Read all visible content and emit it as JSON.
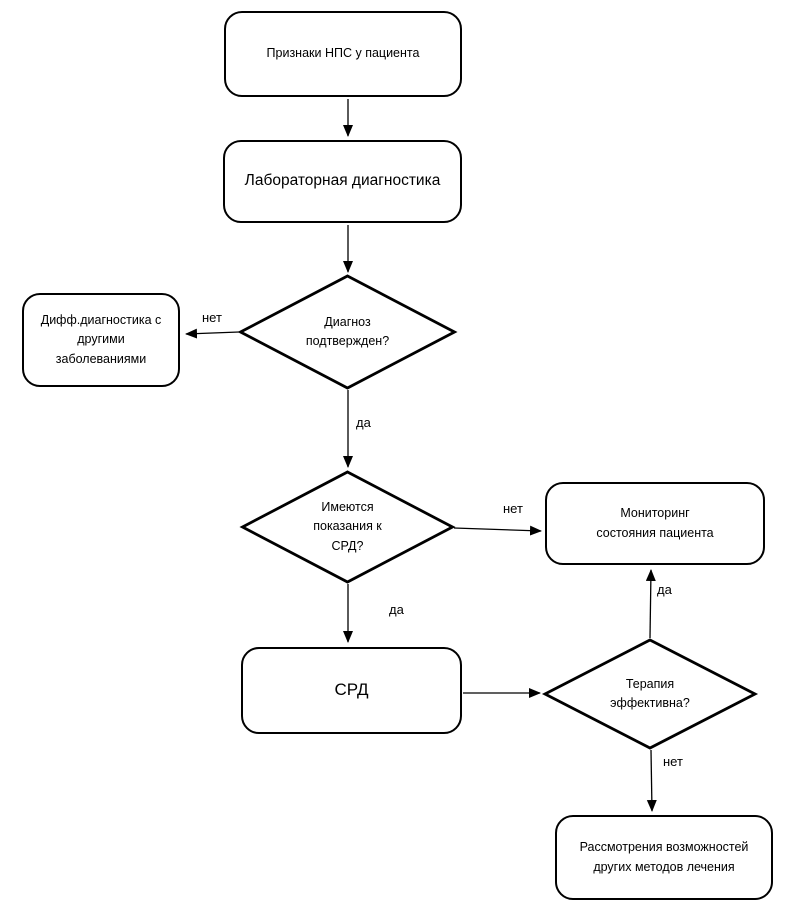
{
  "colors": {
    "stroke": "#000000",
    "background": "#ffffff"
  },
  "diagram": {
    "nodes": {
      "start": {
        "label": "Признаки НПС у пациента",
        "type": "rounded"
      },
      "lab": {
        "label": "Лабораторная диагностика",
        "type": "rounded"
      },
      "diag_confirmed": {
        "label": "Диагноз\nподтвержден?",
        "type": "decision"
      },
      "diff_diag": {
        "label": "Дифф.диагностика с\nдругими\nзаболеваниями",
        "type": "rounded"
      },
      "indications": {
        "label": "Имеются\nпоказания к\nСРД?",
        "type": "decision"
      },
      "monitoring": {
        "label": "Мониторинг\nсостояния пациента",
        "type": "rounded"
      },
      "srd": {
        "label": "СРД",
        "type": "rounded"
      },
      "therapy_effective": {
        "label": "Терапия\nэффективна?",
        "type": "decision"
      },
      "other_methods": {
        "label": "Рассмотрения возможностей\nдругих методов лечения",
        "type": "rounded"
      }
    },
    "edges": [
      {
        "from": "start",
        "to": "lab",
        "label": ""
      },
      {
        "from": "lab",
        "to": "diag_confirmed",
        "label": ""
      },
      {
        "from": "diag_confirmed",
        "to": "diff_diag",
        "label": "нет"
      },
      {
        "from": "diag_confirmed",
        "to": "indications",
        "label": "да"
      },
      {
        "from": "indications",
        "to": "monitoring",
        "label": "нет"
      },
      {
        "from": "indications",
        "to": "srd",
        "label": "да"
      },
      {
        "from": "srd",
        "to": "therapy_effective",
        "label": ""
      },
      {
        "from": "therapy_effective",
        "to": "monitoring",
        "label": "да"
      },
      {
        "from": "therapy_effective",
        "to": "other_methods",
        "label": "нет"
      }
    ]
  }
}
